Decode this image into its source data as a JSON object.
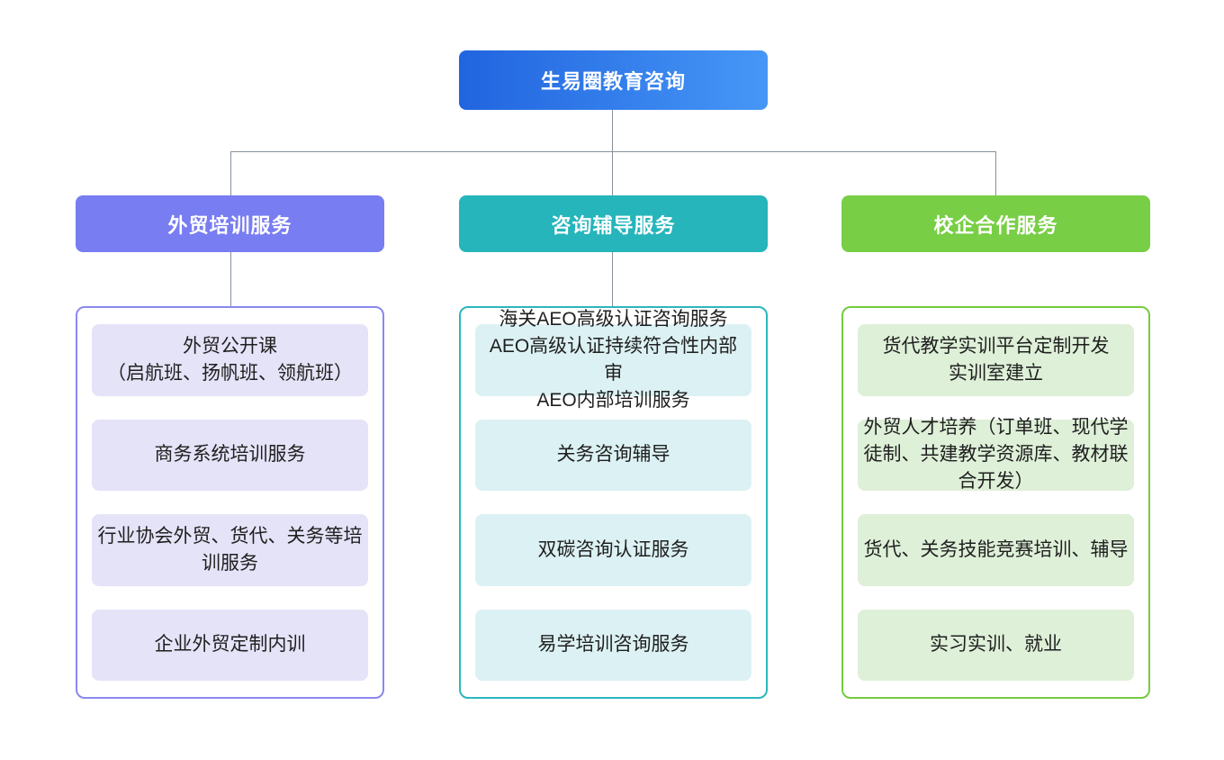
{
  "root": {
    "label": "生易圈教育咨询",
    "gradient_from": "#2164DF",
    "gradient_to": "#4697F7",
    "text_color": "#FFFFFF"
  },
  "connector_color": "#87909A",
  "branches": [
    {
      "label": "外贸培训服务",
      "header_bg": "#787DF2",
      "container_border": "#8B88F0",
      "item_bg": "#E5E3F8",
      "items": [
        "外贸公开课\n（启航班、扬帆班、领航班）",
        "商务系统培训服务",
        "行业协会外贸、货代、关务等培训服务",
        "企业外贸定制内训"
      ]
    },
    {
      "label": "咨询辅导服务",
      "header_bg": "#25B5BB",
      "container_border": "#2BB7BE",
      "item_bg": "#DCF1F3",
      "items": [
        "海关AEO高级认证咨询服务\nAEO高级认证持续符合性内部审\nAEO内部培训服务",
        "关务咨询辅导",
        "双碳咨询认证服务",
        "易学培训咨询服务"
      ]
    },
    {
      "label": "校企合作服务",
      "header_bg": "#78CE45",
      "container_border": "#74CB40",
      "item_bg": "#DEF0D8",
      "items": [
        "货代教学实训平台定制开发\n实训室建立",
        "外贸人才培养（订单班、现代学徒制、共建教学资源库、教材联合开发）",
        "货代、关务技能竞赛培训、辅导",
        "实习实训、就业"
      ]
    }
  ]
}
